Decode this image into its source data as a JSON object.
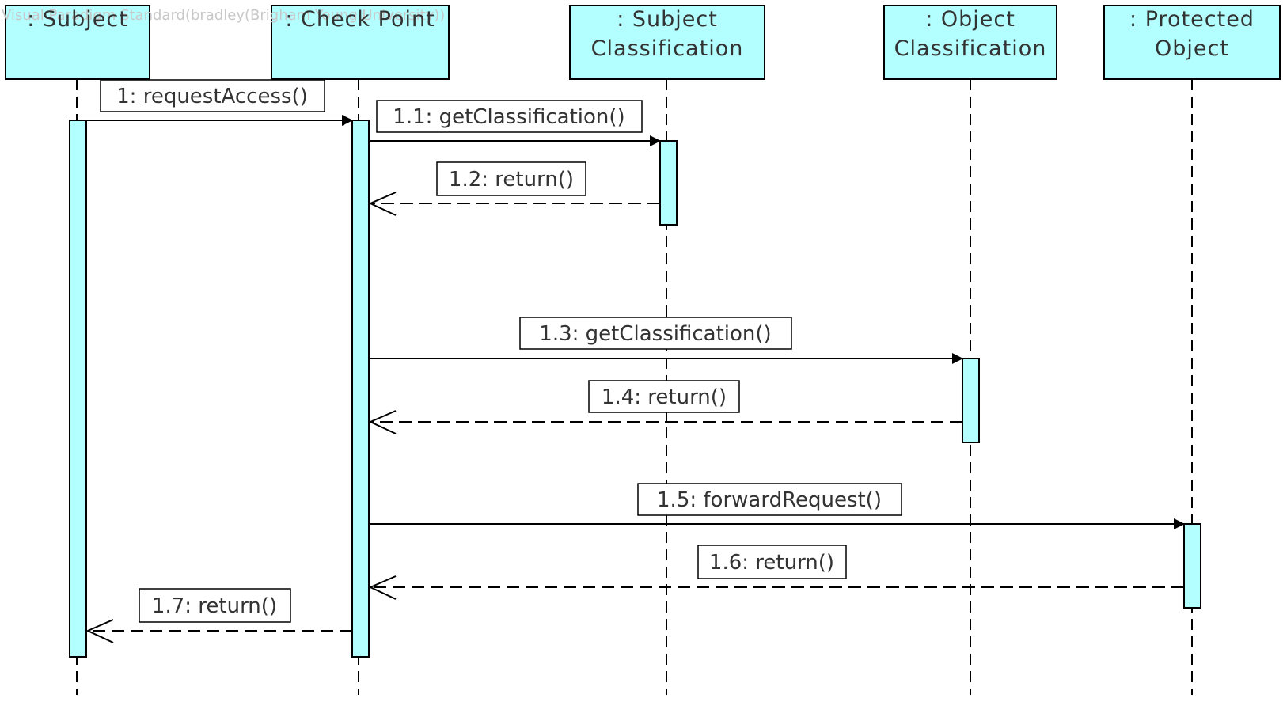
{
  "diagram": {
    "type": "uml-sequence",
    "watermark": "Visual Paradigm Standard(bradley(Brigham Young University))",
    "lifelines": [
      {
        "id": "subject",
        "lines": [
          ": Subject"
        ]
      },
      {
        "id": "check_point",
        "lines": [
          ": Check Point"
        ]
      },
      {
        "id": "subject_classification",
        "lines": [
          ": Subject",
          "Classification"
        ]
      },
      {
        "id": "object_classification",
        "lines": [
          ": Object",
          "Classification"
        ]
      },
      {
        "id": "protected_object",
        "lines": [
          ": Protected",
          "Object"
        ]
      }
    ],
    "messages": [
      {
        "label": "1: requestAccess()",
        "from": "subject",
        "to": "check_point",
        "kind": "call"
      },
      {
        "label": "1.1: getClassification()",
        "from": "check_point",
        "to": "subject_classification",
        "kind": "call"
      },
      {
        "label": "1.2: return()",
        "from": "subject_classification",
        "to": "check_point",
        "kind": "return"
      },
      {
        "label": "1.3: getClassification()",
        "from": "check_point",
        "to": "object_classification",
        "kind": "call"
      },
      {
        "label": "1.4: return()",
        "from": "object_classification",
        "to": "check_point",
        "kind": "return"
      },
      {
        "label": "1.5: forwardRequest()",
        "from": "check_point",
        "to": "protected_object",
        "kind": "call"
      },
      {
        "label": "1.6: return()",
        "from": "protected_object",
        "to": "check_point",
        "kind": "return"
      },
      {
        "label": "1.7: return()",
        "from": "check_point",
        "to": "subject",
        "kind": "return"
      }
    ],
    "colors": {
      "box_fill": "#b3ffff",
      "stroke": "#000000",
      "text": "#333333",
      "watermark": "#c8c8c8"
    }
  }
}
